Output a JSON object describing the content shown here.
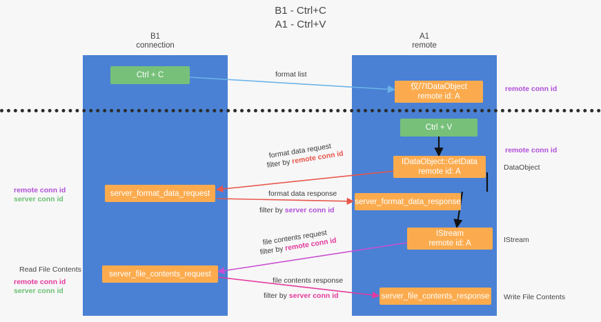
{
  "title": "B1 - Ctrl+C\nA1 - Ctrl+V",
  "lanes": [
    {
      "id": "b1",
      "heading": "B1\nconnection"
    },
    {
      "id": "a1",
      "heading": "A1\nremote"
    }
  ],
  "colors": {
    "lane": "#4a81d4",
    "green_box": "#77c07a",
    "orange_box": "#fbab4e",
    "purple": "#b14fd8",
    "green_text": "#6bbf73",
    "magenta": "#e3399c",
    "red_arrow": "#e8564a",
    "blue_arrow": "#6cb3e8",
    "background": "#f7f7f7",
    "divider": "#2b2b2b"
  },
  "boxes": {
    "ctrl_c": {
      "label": "Ctrl + C",
      "color": "green"
    },
    "idataobject_top": {
      "line1": "仅/7IDataObject",
      "line2": "remote id: A",
      "color": "orange"
    },
    "ctrl_v": {
      "label": "Ctrl + V",
      "color": "green"
    },
    "idataobject_getdata": {
      "line1": "IDataObject::GetData",
      "line2": "remote id: A",
      "color": "orange"
    },
    "server_format_data_request": {
      "label": "server_format_data_request",
      "color": "orange"
    },
    "server_format_data_response": {
      "label": "server_format_data_response",
      "color": "orange"
    },
    "istream": {
      "line1": "IStream",
      "line2": "remote id: A",
      "color": "orange"
    },
    "server_file_contents_request": {
      "label": "server_file_contents_request",
      "color": "orange"
    },
    "server_file_contents_response": {
      "label": "server_file_contents_response",
      "color": "orange"
    }
  },
  "edge_labels": {
    "format_list": "format list",
    "format_data_request": "format data request",
    "format_data_request_filter_prefix": "filter by ",
    "format_data_request_filter_value": "remote conn id",
    "format_data_response": "format data response",
    "format_data_response_filter_prefix": "filter by ",
    "format_data_response_filter_value": "server conn id",
    "file_contents_request": "file contents request",
    "file_contents_request_filter_prefix": "filter by ",
    "file_contents_request_filter_value": "remote conn id",
    "file_contents_response": "file contents response",
    "file_contents_response_filter_prefix": "filter by ",
    "file_contents_response_filter_value": "server conn id"
  },
  "side_labels": {
    "right_top_remote_conn_id": "remote conn id",
    "right_mid_remote_conn_id": "remote conn id",
    "right_dataobject": "DataObject",
    "right_istream": "IStream",
    "right_write_file_contents": "Write File Contents",
    "left_mid_remote_conn_id": "remote conn id",
    "left_mid_server_conn_id": "server conn id",
    "left_read_file_contents": "Read File Contents",
    "left_bottom_remote_conn_id": "remote conn id",
    "left_bottom_server_conn_id": "server conn id"
  }
}
